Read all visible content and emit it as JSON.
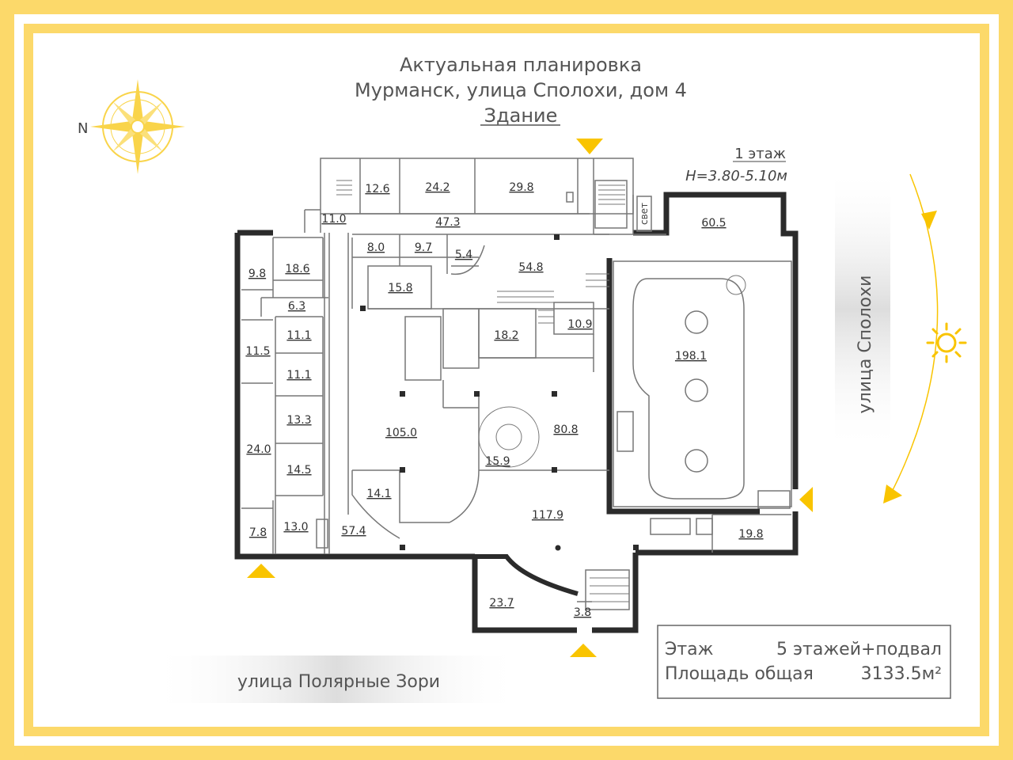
{
  "header": {
    "line1": "Актуальная планировка",
    "line2": "Мурманск, улица Сполохи, дом 4",
    "line3": "Здание"
  },
  "compass": {
    "north_label": "N"
  },
  "floor": {
    "name": "1 этаж",
    "height": "H=3.80-5.10м"
  },
  "streets": {
    "right": "улица Сполохи",
    "bottom": "улица Полярные Зори"
  },
  "info": {
    "floors_label": "Этаж",
    "floors_value": "5 этажей+подвал",
    "area_label": "Площадь общая",
    "area_value": "3133.5м²"
  },
  "small_text": {
    "svet": "свет"
  },
  "rooms": [
    {
      "label": "12.6"
    },
    {
      "label": "24.2"
    },
    {
      "label": "29.8"
    },
    {
      "label": "11.0"
    },
    {
      "label": "47.3"
    },
    {
      "label": "60.5"
    },
    {
      "label": "9.8"
    },
    {
      "label": "18.6"
    },
    {
      "label": "8.0"
    },
    {
      "label": "9.7"
    },
    {
      "label": "5.4"
    },
    {
      "label": "54.8"
    },
    {
      "label": "15.8"
    },
    {
      "label": "6.3"
    },
    {
      "label": "11.1"
    },
    {
      "label": "11.5"
    },
    {
      "label": "18.2"
    },
    {
      "label": "10.9"
    },
    {
      "label": "198.1"
    },
    {
      "label": "11.1"
    },
    {
      "label": "13.3"
    },
    {
      "label": "105.0"
    },
    {
      "label": "80.8"
    },
    {
      "label": "24.0"
    },
    {
      "label": "15.9"
    },
    {
      "label": "14.5"
    },
    {
      "label": "14.1"
    },
    {
      "label": "117.9"
    },
    {
      "label": "7.8"
    },
    {
      "label": "13.0"
    },
    {
      "label": "57.4"
    },
    {
      "label": "19.8"
    },
    {
      "label": "23.7"
    },
    {
      "label": "3.8"
    }
  ],
  "colors": {
    "frame": "#fcd96a",
    "accent": "#f9c400",
    "wall": "#2b2b2b",
    "line": "#888888",
    "text": "#333333"
  }
}
